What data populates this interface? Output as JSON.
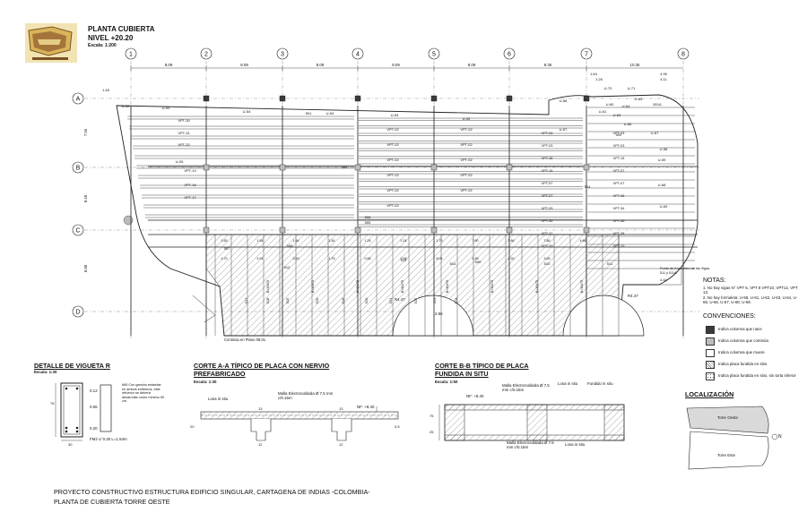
{
  "title_block": {
    "title": "PLANTA CUBIERTA",
    "level": "NIVEL +20.20",
    "scale": "Escala: 1:200"
  },
  "grid": {
    "columns": [
      "1",
      "2",
      "3",
      "4",
      "5",
      "6",
      "7",
      "8"
    ],
    "rows": [
      "A",
      "B",
      "C",
      "D"
    ],
    "column_spacings": [
      "8.09",
      "8.09",
      "8.09",
      "8.09",
      "8.09",
      "8.35",
      "10.35"
    ],
    "top_dims": [
      "1.64",
      "1.25",
      "4.35",
      "4.11"
    ],
    "left_dims": [
      "7.56",
      "8.48",
      "8.88"
    ],
    "small_left": "1.45"
  },
  "plan_labels": {
    "beams_u": [
      "U-52",
      "U-53",
      "U-54",
      "501",
      "U-54",
      "U-54",
      "U-55",
      "U-56",
      "U-57",
      "U-58",
      "U-59",
      "U-60",
      "U-61",
      "U-63",
      "U-64",
      "U-65",
      "U-66",
      "U-67",
      "U-68",
      "U-69",
      "U-70",
      "U-71"
    ],
    "beams_vpt_left": [
      "VPT-30",
      "VPT-31",
      "VPT-32",
      "VPT-14",
      "VPT-16",
      "VPT-17",
      "U-05"
    ],
    "beams_vpt_mid": [
      "VPT-02",
      "VPT-02",
      "VPT-02",
      "VPT-02",
      "VPT-02",
      "VPT-02",
      "VPT-02",
      "VPT-02",
      "VPT-02",
      "VPT-02",
      "VPT-02"
    ],
    "beams_vpt_right": [
      "VPT-03",
      "VPT-03",
      "VPT-03",
      "VPT-03",
      "VPT-15",
      "VPT-15",
      "VPT-15",
      "VPT-07",
      "VPT-07",
      "VPT-07",
      "VPT-07",
      "VPT-06",
      "VPT-33",
      "VPT-34",
      "VPT-35",
      "VPT-36",
      "VPT-37",
      "VPT-38",
      "VPT-39",
      "VPT-10"
    ],
    "slabs": [
      "503",
      "504",
      "505",
      "506",
      "507",
      "508",
      "509",
      "510",
      "511",
      "512",
      "513",
      "514",
      "515",
      "516",
      "517",
      "518",
      "519",
      "520",
      "521",
      "522",
      "523",
      "524",
      "501A",
      "502"
    ],
    "sections": [
      "B=30x75",
      "B=30x75",
      "B=30x75",
      "B=30x75",
      "B=30x75",
      "B=30x75",
      "B=30x75",
      "B=30x75"
    ],
    "small_dims": [
      "1.65",
      "1.54",
      "1.54",
      "1.54",
      "1.24",
      "1.24",
      "1.79",
      "7.90",
      "7.66",
      "7.86",
      "4.66",
      "4.73",
      "4.91",
      "3.53",
      "1.75",
      "0.66",
      "2.98",
      "8.04",
      "4.36",
      "2.30",
      "3.69"
    ],
    "radius_left": "R4.47",
    "radius_right": "R4.47",
    "note_ref": "Continúa en Plano 08.01",
    "callout": "Punto de Encuentro de las Vigas 511 y 511A",
    "callout_dim": "4.44",
    "dim_bottom": "2.96"
  },
  "notes": {
    "heading": "NOTAS:",
    "items": [
      "1.  No hay vigas N° VPT 5, VPT 8 VPT10, VPT12, VPT 13.",
      "2.  No hay formaleta: U-58, U-61, U-62, U-63, U-64, U-65, U-66, U-67, U-68, U-69."
    ]
  },
  "conventions": {
    "heading": "CONVENCIONES:",
    "items": [
      {
        "label": "Indica columna que nace",
        "fill": "#3a3a3a"
      },
      {
        "label": "Indica columna que continúa",
        "fill": "#bdbdbd"
      },
      {
        "label": "Indica columna que muere",
        "fill": "#ffffff"
      },
      {
        "label": "Indica placa fundida en sitio",
        "fill": "hatch"
      },
      {
        "label": "Indica placa fundida en sitio, sin torta inferior",
        "fill": "dots"
      }
    ]
  },
  "detail_r": {
    "title": "DETALLE DE VIGUETA R",
    "scale": "Escala: 1:30",
    "dims": [
      "0.12",
      "0.65",
      "0.20",
      "30",
      "75"
    ],
    "note": "6#5 Con gancho estándar en ambos extremos, este refuerzo se deberá desarrollar como mínimo 50 cm.",
    "stirrup": "FM2 c/ 0.30 L=1.54m"
  },
  "section_aa": {
    "title": "CORTE A-A TÍPICO DE PLACA CON NERVIO PREFABRICADO",
    "scale": "Escala: 1:30",
    "labels": [
      "Losa in situ",
      "Malla Electrosoldada Ø 7.5 mm c/0.15m",
      "NF: +8.40",
      "13",
      "13",
      "12",
      "12",
      "20",
      "3.5"
    ]
  },
  "section_bb": {
    "title": "CORTE B-B TÍPICO DE PLACA FUNDIDA IN SITU",
    "scale": "Escala: 1:50",
    "labels": [
      "NF: +8.40",
      "Malla Electrosoldada Ø 7.5 mm c/0.15m",
      "Losa in situ",
      "Fundido in situ",
      "Malla Electrosoldada Ø 7.5 mm c/0.15m",
      "Losa in situ",
      "75",
      "25"
    ]
  },
  "location": {
    "title": "LOCALIZACIÓN",
    "tower_west": "Torre Oeste",
    "tower_east": "Torre Este",
    "north": "N"
  },
  "footer": {
    "line1": "PROYECTO CONSTRUCTIVO ESTRUCTURA EDIFICIO SINGULAR, CARTAGENA DE INDIAS -COLOMBIA-",
    "line2": "PLANTA DE CUBIERTA TORRE OESTE"
  },
  "colors": {
    "ink": "#111111",
    "grid": "#555555",
    "logo_brown": "#a5743a",
    "logo_gold": "#d8b45a"
  }
}
